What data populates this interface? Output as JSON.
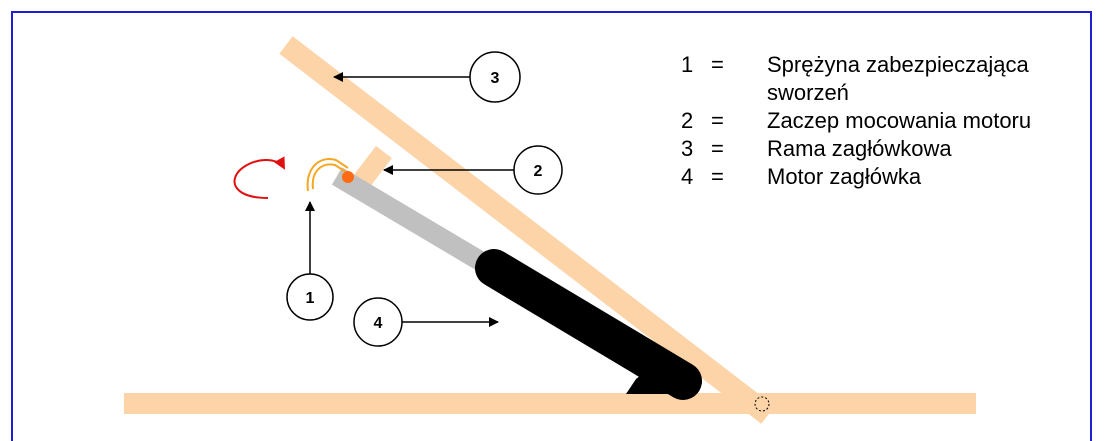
{
  "colors": {
    "frame_border": "#1f1fcf",
    "wood": "#fcd4a8",
    "motor_rod": "#c0c0c0",
    "motor_body": "#000000",
    "spring": "#f5a623",
    "pin": "#ff6a13",
    "arrow_rotation": "#e01010"
  },
  "callouts": [
    {
      "number": "1",
      "target": "spring-pin"
    },
    {
      "number": "2",
      "target": "motor-mount-bracket"
    },
    {
      "number": "3",
      "target": "headrest-frame"
    },
    {
      "number": "4",
      "target": "headrest-motor"
    }
  ],
  "legend": [
    {
      "number": "1",
      "eq": "=",
      "text": "Sprężyna zabezpieczająca sworzeń"
    },
    {
      "number": "2",
      "eq": "=",
      "text": "Zaczep mocowania motoru"
    },
    {
      "number": "3",
      "eq": "=",
      "text": "Rama zagłówkowa"
    },
    {
      "number": "4",
      "eq": "=",
      "text": "Motor zagłówka"
    }
  ]
}
